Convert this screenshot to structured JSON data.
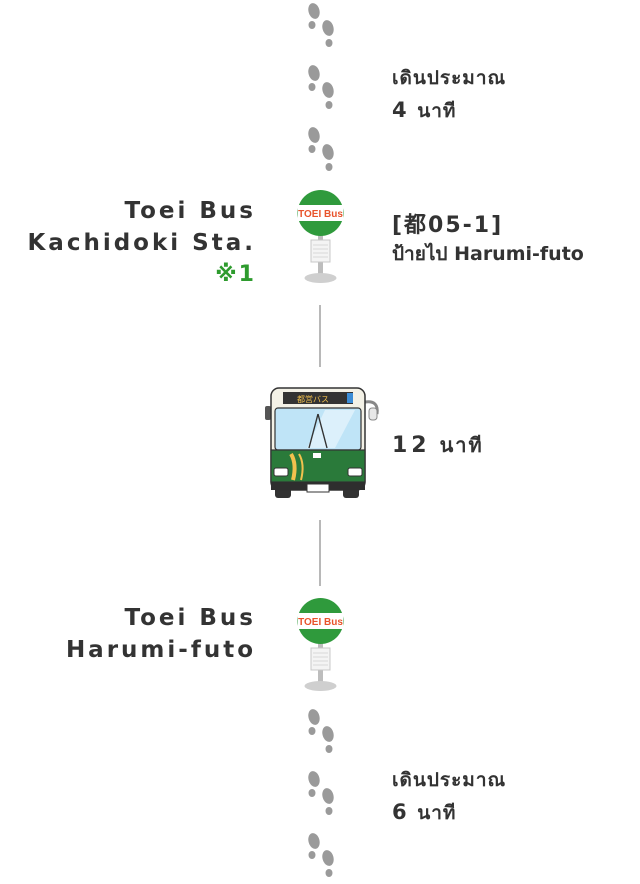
{
  "walk_start": {
    "line1": "เดินประมาณ",
    "num": "4",
    "unit": "นาที"
  },
  "stop_start": {
    "line1": "Toei Bus",
    "line2": "Kachidoki Sta.",
    "note": "※1",
    "sign": "TOEI Bus"
  },
  "route": {
    "code": "[都05-1]",
    "dest": "ป้ายไป Harumi-futo"
  },
  "bus": {
    "sign": "都営バス"
  },
  "ride": {
    "num": "12",
    "unit": "นาที"
  },
  "stop_end": {
    "line1": "Toei Bus",
    "line2": "Harumi-futo",
    "sign": "TOEI Bus"
  },
  "walk_end": {
    "line1": "เดินประมาณ",
    "num": "6",
    "unit": "นาที"
  },
  "colors": {
    "text": "#333333",
    "green": "#2e9b2e",
    "sign_green": "#2f9a3c",
    "sign_orange": "#e8532b",
    "line": "#b8b8b8"
  }
}
